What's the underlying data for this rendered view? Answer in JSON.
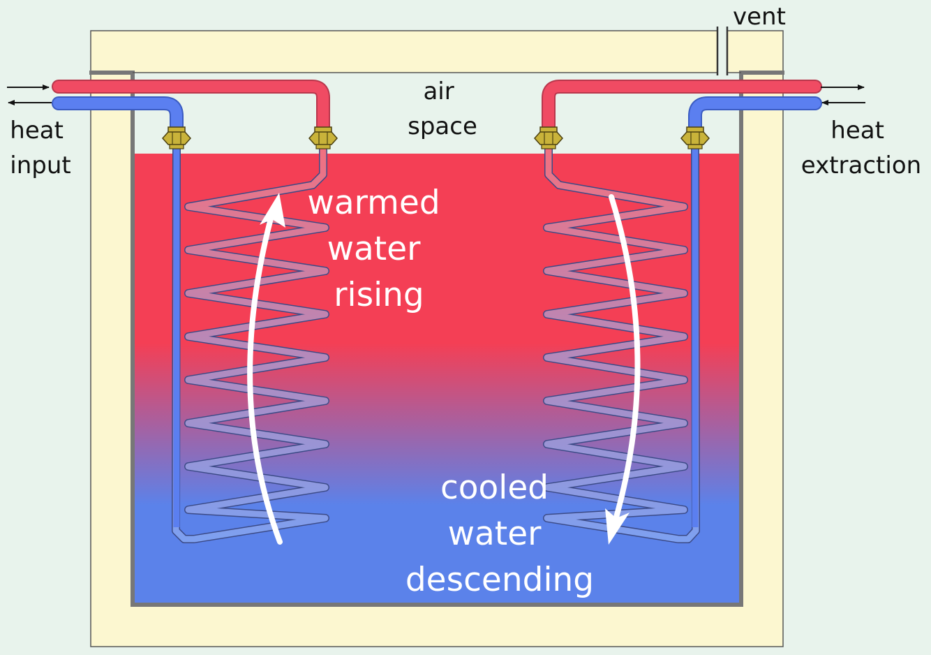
{
  "labels": {
    "vent": "vent",
    "air_space": [
      "air",
      "space"
    ],
    "heat_input": [
      "heat",
      "input"
    ],
    "heat_extraction": [
      "heat",
      "extraction"
    ],
    "warmed_water_rising": [
      "warmed",
      "water",
      "rising"
    ],
    "cooled_water_descending": [
      "cooled",
      "water",
      "descending"
    ]
  },
  "colors": {
    "background": "#e8f3ec",
    "insulation": "#fcf7d0",
    "tank_wall": "#777777",
    "hot_water": "#f43f55",
    "cool_water": "#5b82ea",
    "hot_pipe": "#f04b63",
    "cold_pipe": "#5b7ff0",
    "fitting": "#c9b33a",
    "arrow": "#ffffff"
  }
}
